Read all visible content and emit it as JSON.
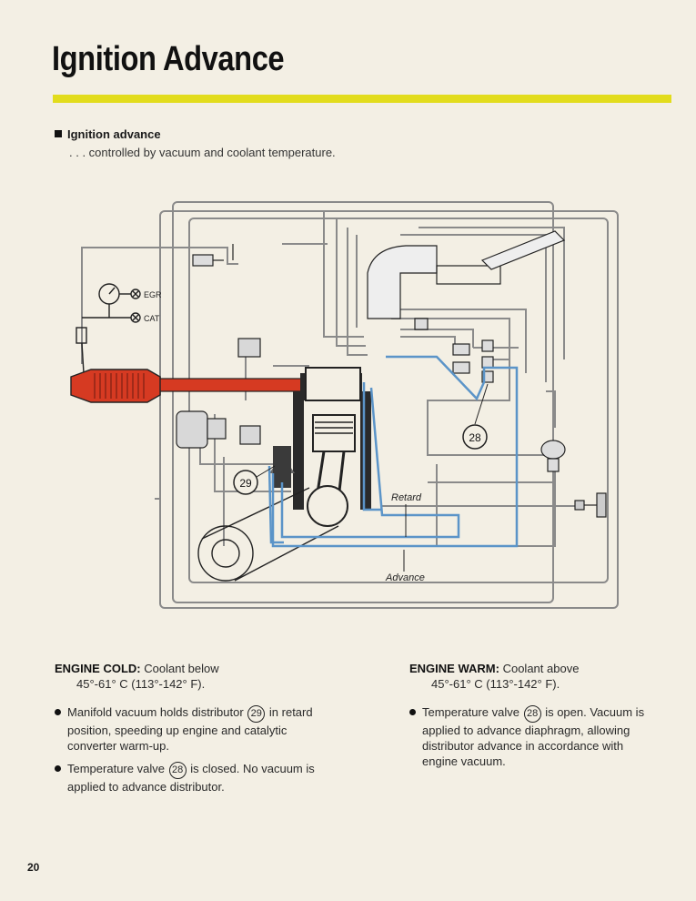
{
  "page": {
    "title": "Ignition Advance",
    "number": "20"
  },
  "section": {
    "heading": "Ignition advance",
    "subtitle": ". . . controlled by vacuum and coolant temperature."
  },
  "diagram": {
    "labels": {
      "egr": "EGR",
      "cat": "CAT",
      "retard": "Retard",
      "advance": "Advance",
      "callout_28": "28",
      "callout_29": "29"
    },
    "colors": {
      "exhaust": "#d63a22",
      "vacuum_line": "#5b94c8",
      "line": "#8a8a8a",
      "ink": "#222222",
      "accent_rule": "#e2dc1c"
    }
  },
  "engine_cold": {
    "heading": "ENGINE COLD:",
    "heading_rest": "Coolant below",
    "temp": "45°-61° C (113°-142° F).",
    "b1_a": "Manifold vacuum holds distributor",
    "b1_num": "29",
    "b1_b": "in retard position, speeding up engine and catalytic converter warm-up.",
    "b2_a": "Temperature valve",
    "b2_num": "28",
    "b2_b": "is closed. No vacuum is applied to advance distributor."
  },
  "engine_warm": {
    "heading": "ENGINE WARM:",
    "heading_rest": "Coolant above",
    "temp": "45°-61° C (113°-142° F).",
    "b1_a": "Temperature valve",
    "b1_num": "28",
    "b1_b": "is open. Vacuum is applied to advance diaphragm, allowing distributor advance in accordance with engine vacuum."
  }
}
